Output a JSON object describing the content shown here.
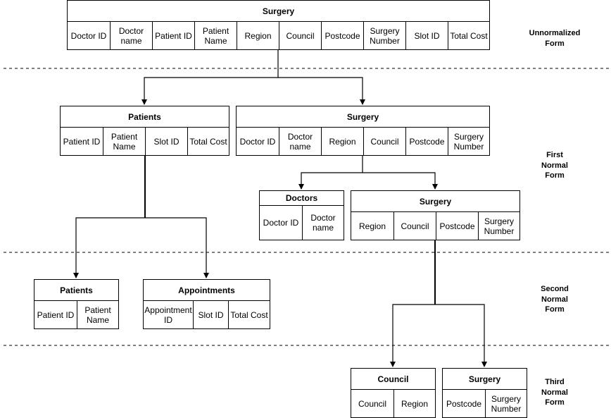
{
  "tables": {
    "t0": {
      "title": "Surgery",
      "columns": [
        "Doctor ID",
        "Doctor name",
        "Patient ID",
        "Patient Name",
        "Region",
        "Council",
        "Postcode",
        "Surgery Number",
        "Slot ID",
        "Total Cost"
      ]
    },
    "t1": {
      "title": "Patients",
      "columns": [
        "Patient ID",
        "Patient Name",
        "Slot ID",
        "Total Cost"
      ]
    },
    "t2": {
      "title": "Surgery",
      "columns": [
        "Doctor ID",
        "Doctor name",
        "Region",
        "Council",
        "Postcode",
        "Surgery Number"
      ]
    },
    "t3": {
      "title": "Doctors",
      "columns": [
        "Doctor ID",
        "Doctor name"
      ]
    },
    "t4": {
      "title": "Surgery",
      "columns": [
        "Region",
        "Council",
        "Postcode",
        "Surgery Number"
      ]
    },
    "t5": {
      "title": "Patients",
      "columns": [
        "Patient ID",
        "Patient Name"
      ]
    },
    "t6": {
      "title": "Appointments",
      "columns": [
        "Appointment ID",
        "Slot ID",
        "Total Cost"
      ]
    },
    "t7": {
      "title": "Council",
      "columns": [
        "Council",
        "Region"
      ]
    },
    "t8": {
      "title": "Surgery",
      "columns": [
        "Postcode",
        "Surgery Number"
      ]
    }
  },
  "stages": {
    "unnormalized": "Unnormalized Form",
    "first": "First Normal Form",
    "second": "Second Normal Form",
    "third": "Third Normal Form"
  }
}
